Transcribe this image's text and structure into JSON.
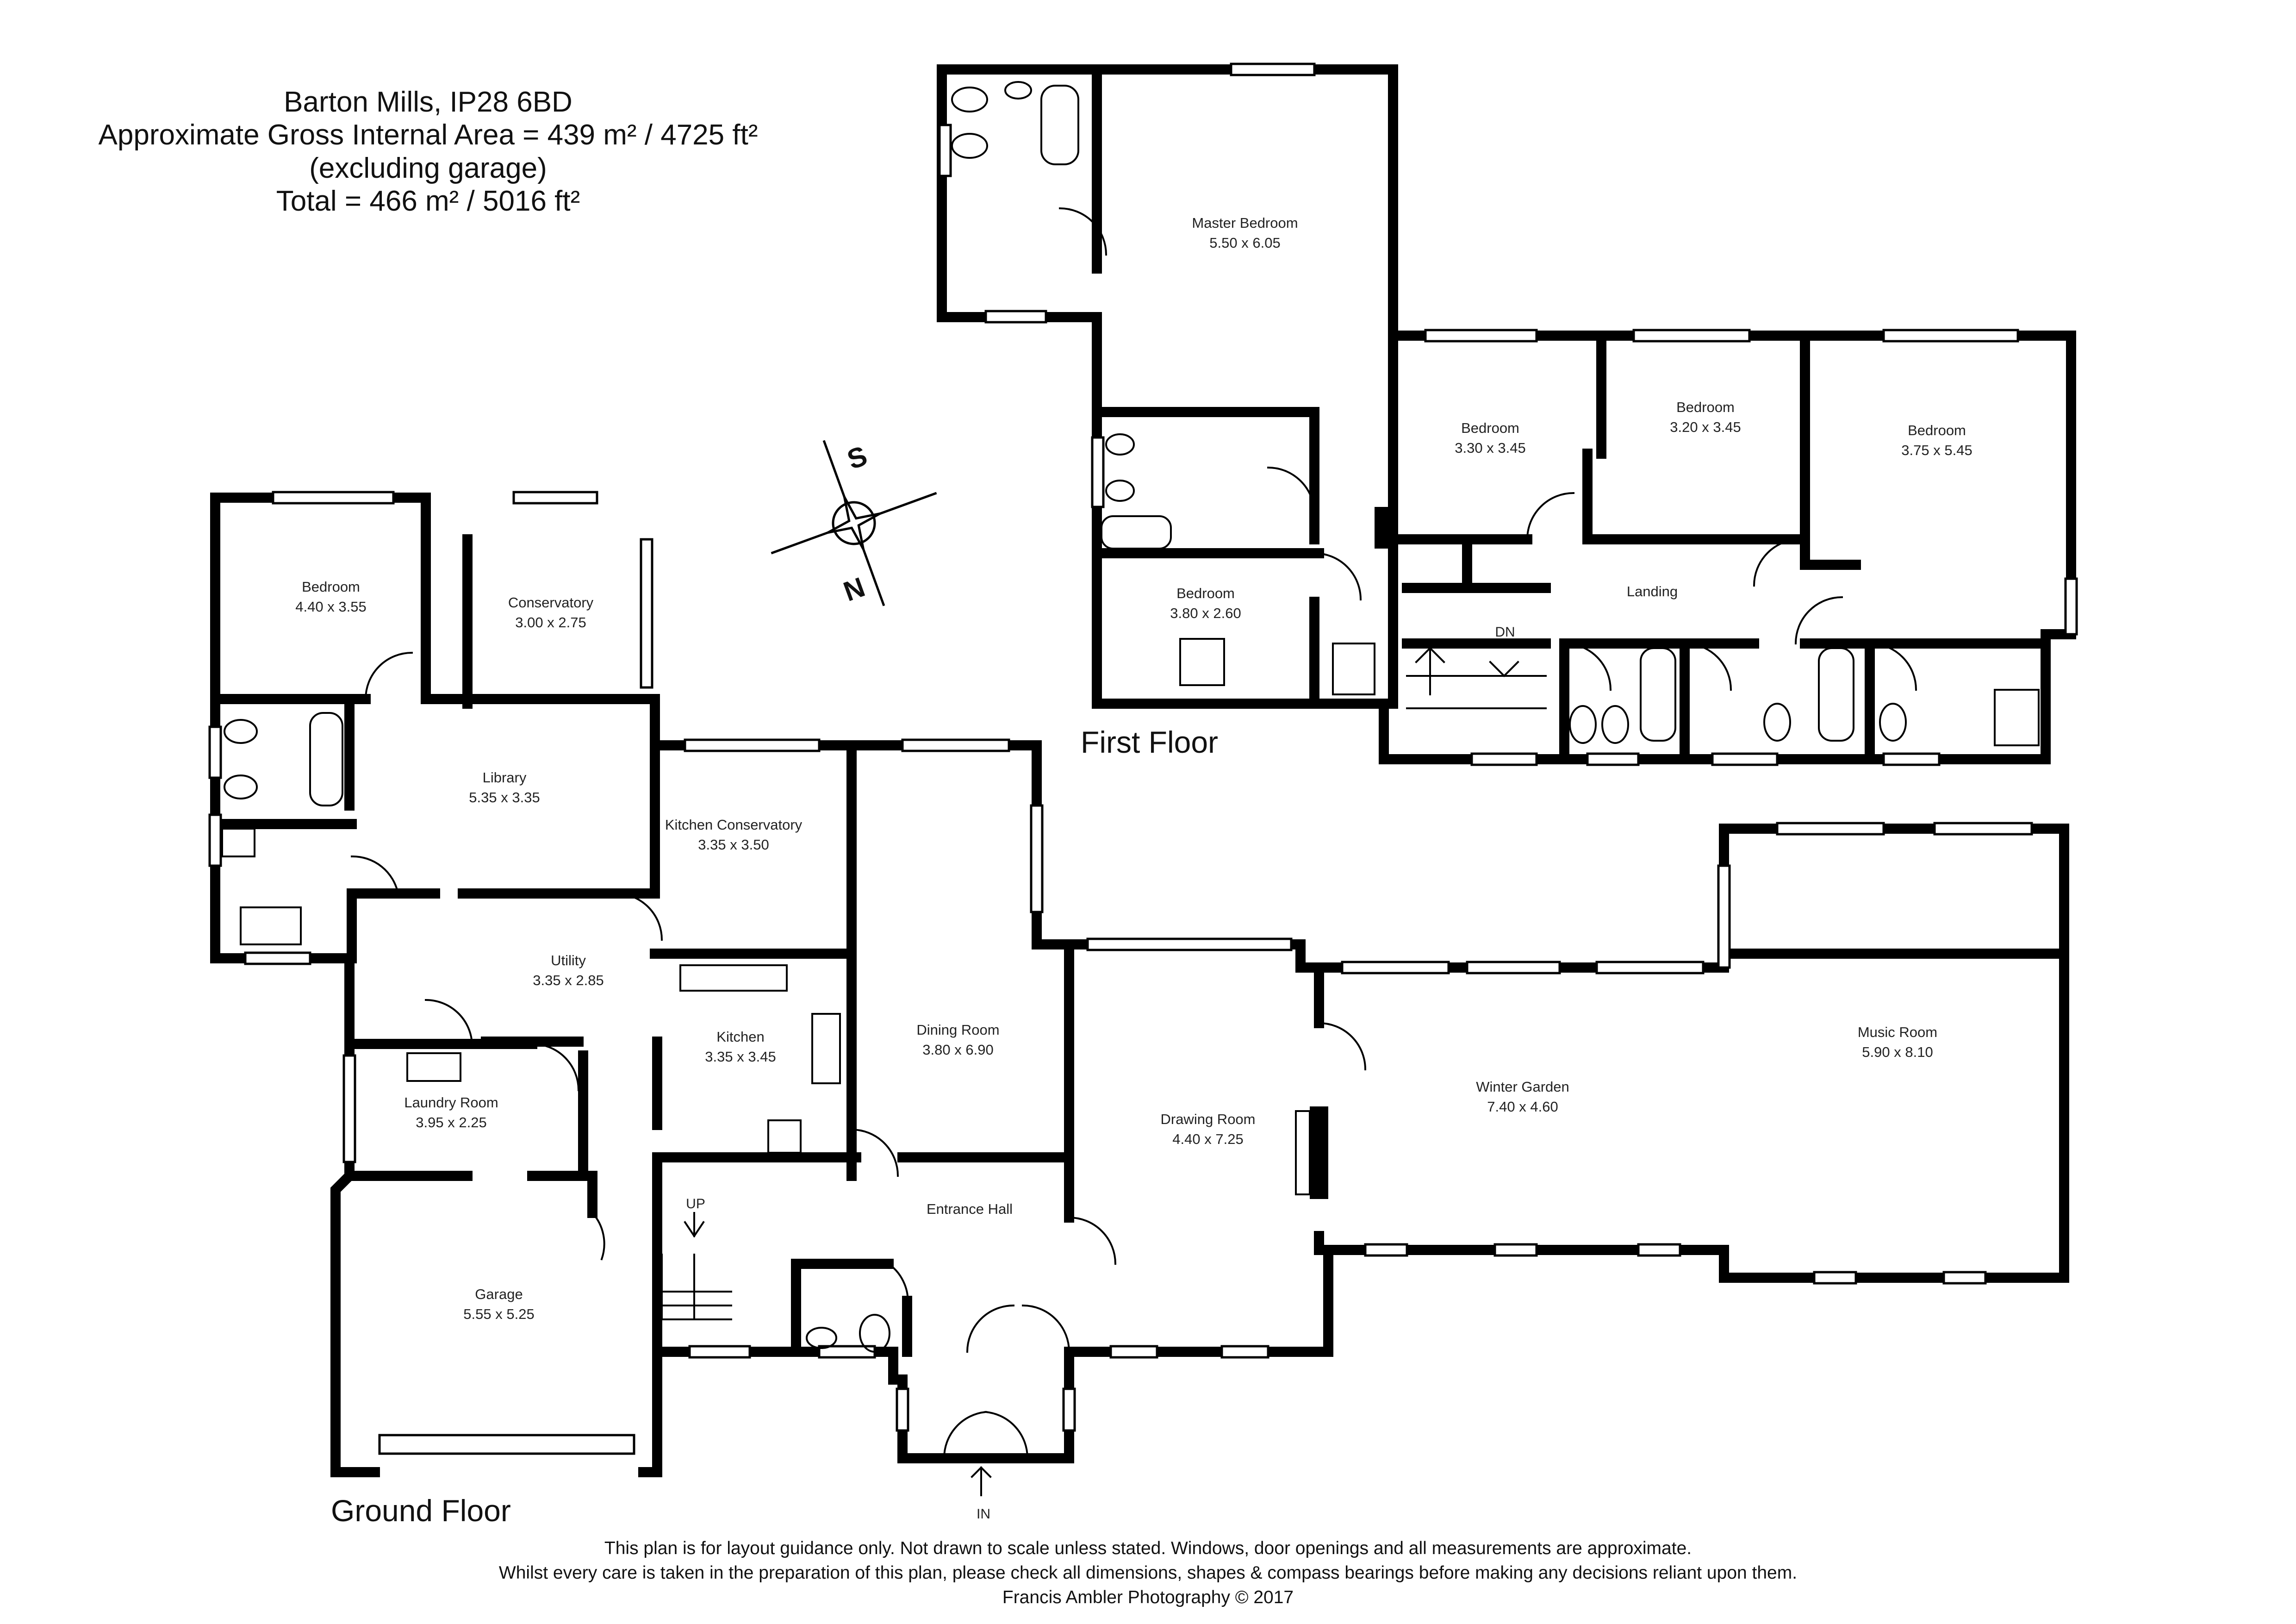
{
  "header": {
    "address": "Barton Mills, IP28 6BD",
    "area_line": "Approximate Gross Internal Area = 439 m² / 4725 ft²",
    "excl_line": "(excluding garage)",
    "total_line": "Total = 466 m² / 5016 ft²"
  },
  "floors": {
    "first": "First Floor",
    "ground": "Ground Floor"
  },
  "compass": {
    "n": "N",
    "s": "S"
  },
  "markers": {
    "dn": "DN",
    "up": "UP",
    "in": "IN"
  },
  "rooms_first": [
    {
      "name": "Master Bedroom",
      "dims": "5.50 x 6.05"
    },
    {
      "name": "Bedroom",
      "dims": "3.30 x 3.45"
    },
    {
      "name": "Bedroom",
      "dims": "3.20 x 3.45"
    },
    {
      "name": "Bedroom",
      "dims": "3.75 x 5.45"
    },
    {
      "name": "Landing",
      "dims": ""
    },
    {
      "name": "Bedroom",
      "dims": "3.80 x 2.60"
    }
  ],
  "rooms_ground": [
    {
      "name": "Bedroom",
      "dims": "4.40 x 3.55"
    },
    {
      "name": "Conservatory",
      "dims": "3.00 x 2.75"
    },
    {
      "name": "Library",
      "dims": "5.35 x 3.35"
    },
    {
      "name": "Kitchen Conservatory",
      "dims": "3.35 x 3.50"
    },
    {
      "name": "Utility",
      "dims": "3.35 x 2.85"
    },
    {
      "name": "Kitchen",
      "dims": "3.35 x 3.45"
    },
    {
      "name": "Dining Room",
      "dims": "3.80 x 6.90"
    },
    {
      "name": "Laundry Room",
      "dims": "3.95 x 2.25"
    },
    {
      "name": "Drawing Room",
      "dims": "4.40 x 7.25"
    },
    {
      "name": "Winter Garden",
      "dims": "7.40 x 4.60"
    },
    {
      "name": "Music Room",
      "dims": "5.90 x 8.10"
    },
    {
      "name": "Entrance Hall",
      "dims": ""
    },
    {
      "name": "Garage",
      "dims": "5.55 x 5.25"
    }
  ],
  "footer": {
    "line1": "This plan is for layout guidance only. Not drawn to scale unless stated. Windows, door openings and all measurements are approximate.",
    "line2": "Whilst every care is taken in the preparation of this plan, please check all dimensions, shapes & compass bearings before making any decisions reliant upon them.",
    "line3": "Francis Ambler Photography © 2017"
  }
}
